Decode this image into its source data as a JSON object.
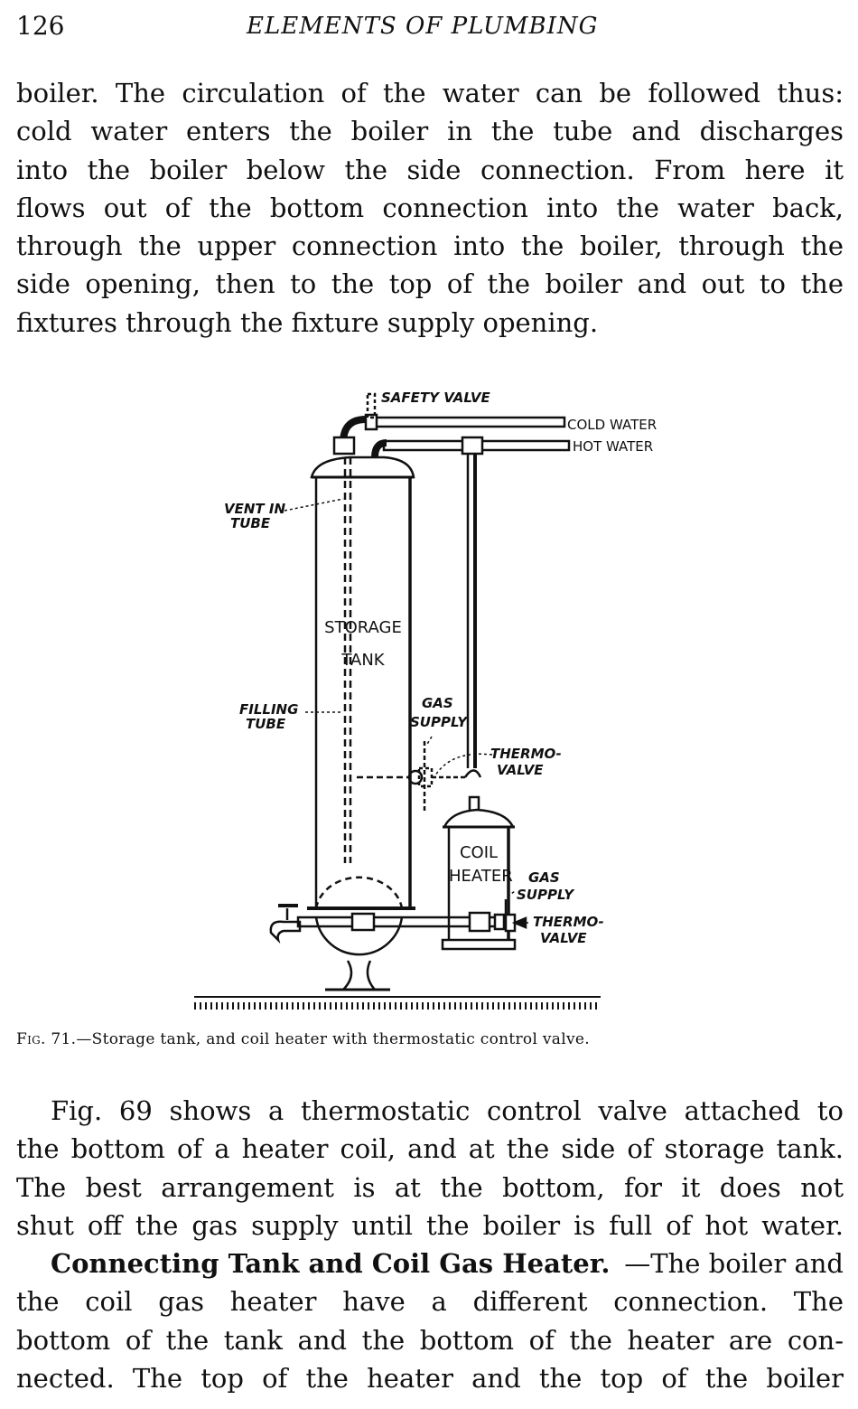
{
  "header": {
    "page_number": "126",
    "running_title": "ELEMENTS OF PLUMBING"
  },
  "paragraph_1": {
    "lines": [
      "boiler.  The circulation of the water can be followed thus:",
      "cold water enters the boiler in the tube and discharges",
      "into the boiler below the side connection.  From here it",
      "flows out of the bottom connection into the water back,",
      "through the upper connection into the boiler, through the",
      "side opening, then to the top of the boiler and out to the",
      "fixtures through the fixture supply opening."
    ]
  },
  "figure": {
    "labels": {
      "safety_valve": "SAFETY VALVE",
      "cold_water": "COLD WATER",
      "hot_water": "HOT WATER",
      "vent_in_tube_1": "VENT IN",
      "vent_in_tube_2": "TUBE",
      "storage_tank_1": "STORAGE",
      "storage_tank_2": "TANK",
      "filling_tube_1": "FILLING",
      "filling_tube_2": "TUBE",
      "gas_supply_upper_1": "GAS",
      "gas_supply_upper_2": "SUPPLY",
      "thermo_valve_upper_1": "THERMO-",
      "thermo_valve_upper_2": "VALVE",
      "coil_heater_1": "COIL",
      "coil_heater_2": "HEATER",
      "gas_supply_lower_1": "GAS",
      "gas_supply_lower_2": "SUPPLY",
      "thermo_valve_lower_1": "THERMO-",
      "thermo_valve_lower_2": "VALVE"
    },
    "caption_label": "Fig. 71.",
    "caption_text": "—Storage tank, and coil heater with thermostatic control valve."
  },
  "paragraph_2": {
    "lines": [
      "Fig. 69 shows a thermostatic control valve attached to",
      "the bottom of a heater coil, and at the side of storage tank.",
      "The best arrangement is at the bottom, for it does not",
      "shut off the gas supply until the boiler is full of hot water."
    ],
    "section_heading": "Connecting Tank and Coil Gas Heater.",
    "section_lines": [
      "—The boiler and",
      "the coil gas heater have a different connection.  The",
      "bottom of the tank and the bottom of the heater are con-",
      "nected.  The top of the heater and the top of the boiler"
    ]
  }
}
